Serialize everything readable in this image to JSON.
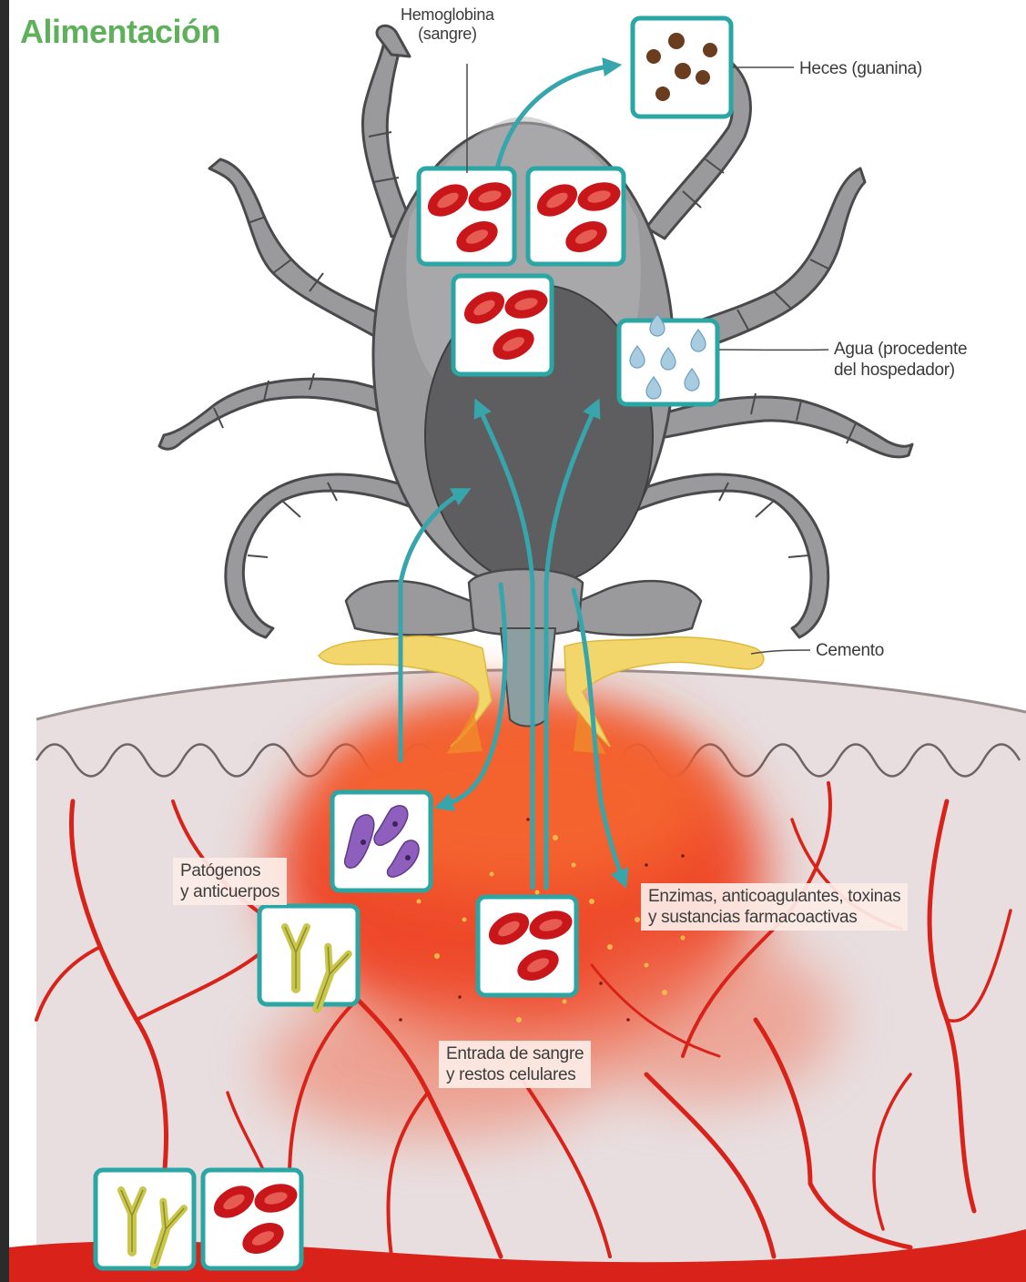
{
  "title": "Alimentación",
  "labels": {
    "hemoglobina": [
      "Hemoglobina",
      "(sangre)"
    ],
    "heces": "Heces (guanina)",
    "agua": [
      "Agua (procedente",
      "del hospedador)"
    ],
    "cemento": "Cemento",
    "patogenos": [
      "Patógenos",
      "y anticuerpos"
    ],
    "enzimas": [
      "Enzimas, anticoagulantes, toxinas",
      "y sustancias farmacoactivas"
    ],
    "entrada": [
      "Entrada de sangre",
      "y restos celulares"
    ]
  },
  "colors": {
    "title_green": "#5fb05b",
    "box_border": "#2aa6a4",
    "arrow_teal": "#37a6ac",
    "blood_red": "#c8161b",
    "tick_body": "#9a9a9c",
    "tick_gut": "#5e5e61",
    "skin": "#e9dfe0",
    "cement": "#f2d56b"
  }
}
